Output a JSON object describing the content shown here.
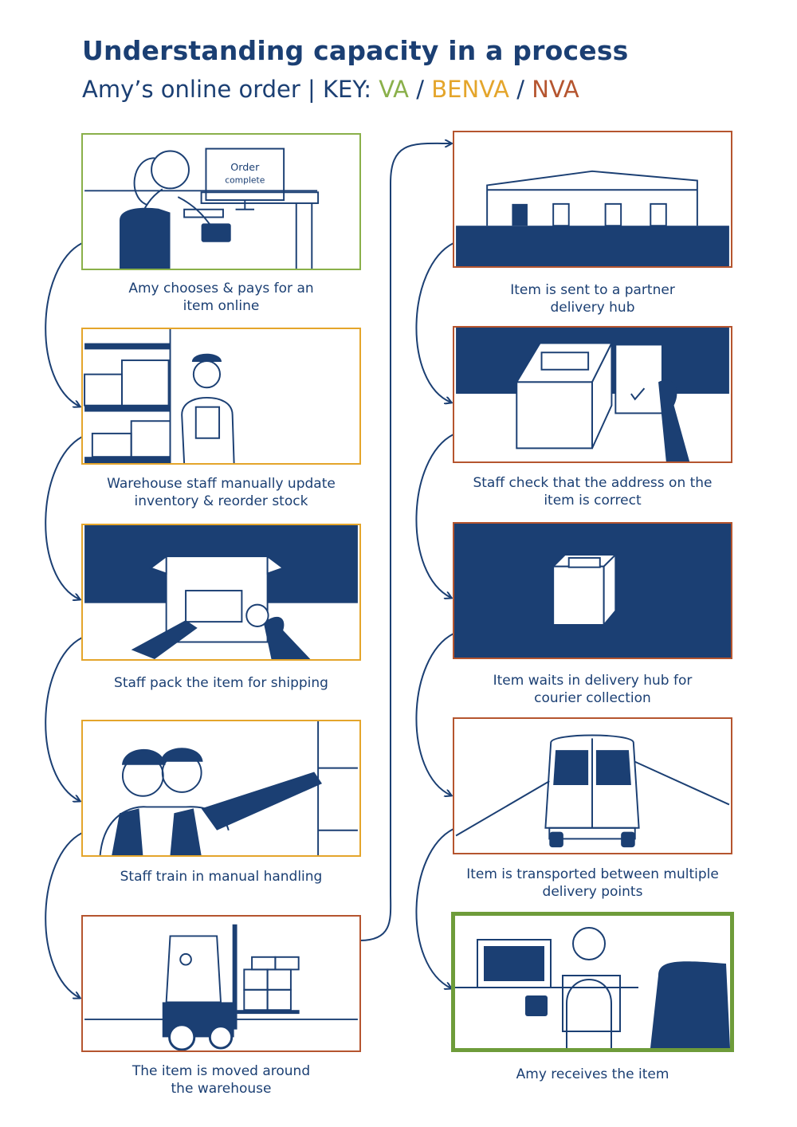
{
  "title": "Understanding capacity in a process",
  "subtitle": {
    "prefix": "Amy’s online order  |  KEY: ",
    "key_va": "VA",
    "sep1": " / ",
    "key_benva": "BENVA",
    "sep2": " / ",
    "key_nva": "NVA"
  },
  "colors": {
    "navy": "#1b3f73",
    "va": "#8ab04a",
    "benva": "#e4a52b",
    "nva": "#b5552f"
  },
  "steps": [
    {
      "caption": "Amy chooses & pays for an\nitem online",
      "category": "VA",
      "screen_text": "Order\ncomplete"
    },
    {
      "caption": "Warehouse staff manually update\ninventory & reorder stock",
      "category": "BENVA"
    },
    {
      "caption": "Staff pack the item for shipping",
      "category": "BENVA"
    },
    {
      "caption": "Staff train in manual handling",
      "category": "BENVA"
    },
    {
      "caption": "The item is moved around\nthe warehouse",
      "category": "NVA"
    },
    {
      "caption": "Item is sent to a partner\ndelivery hub",
      "category": "NVA"
    },
    {
      "caption": "Staff check that the address on the\nitem is correct",
      "category": "NVA"
    },
    {
      "caption": "Item waits in delivery hub for\ncourier collection",
      "category": "NVA"
    },
    {
      "caption": "Item is transported between multiple\ndelivery points",
      "category": "NVA"
    },
    {
      "caption": "Amy receives the item",
      "category": "VA"
    }
  ]
}
